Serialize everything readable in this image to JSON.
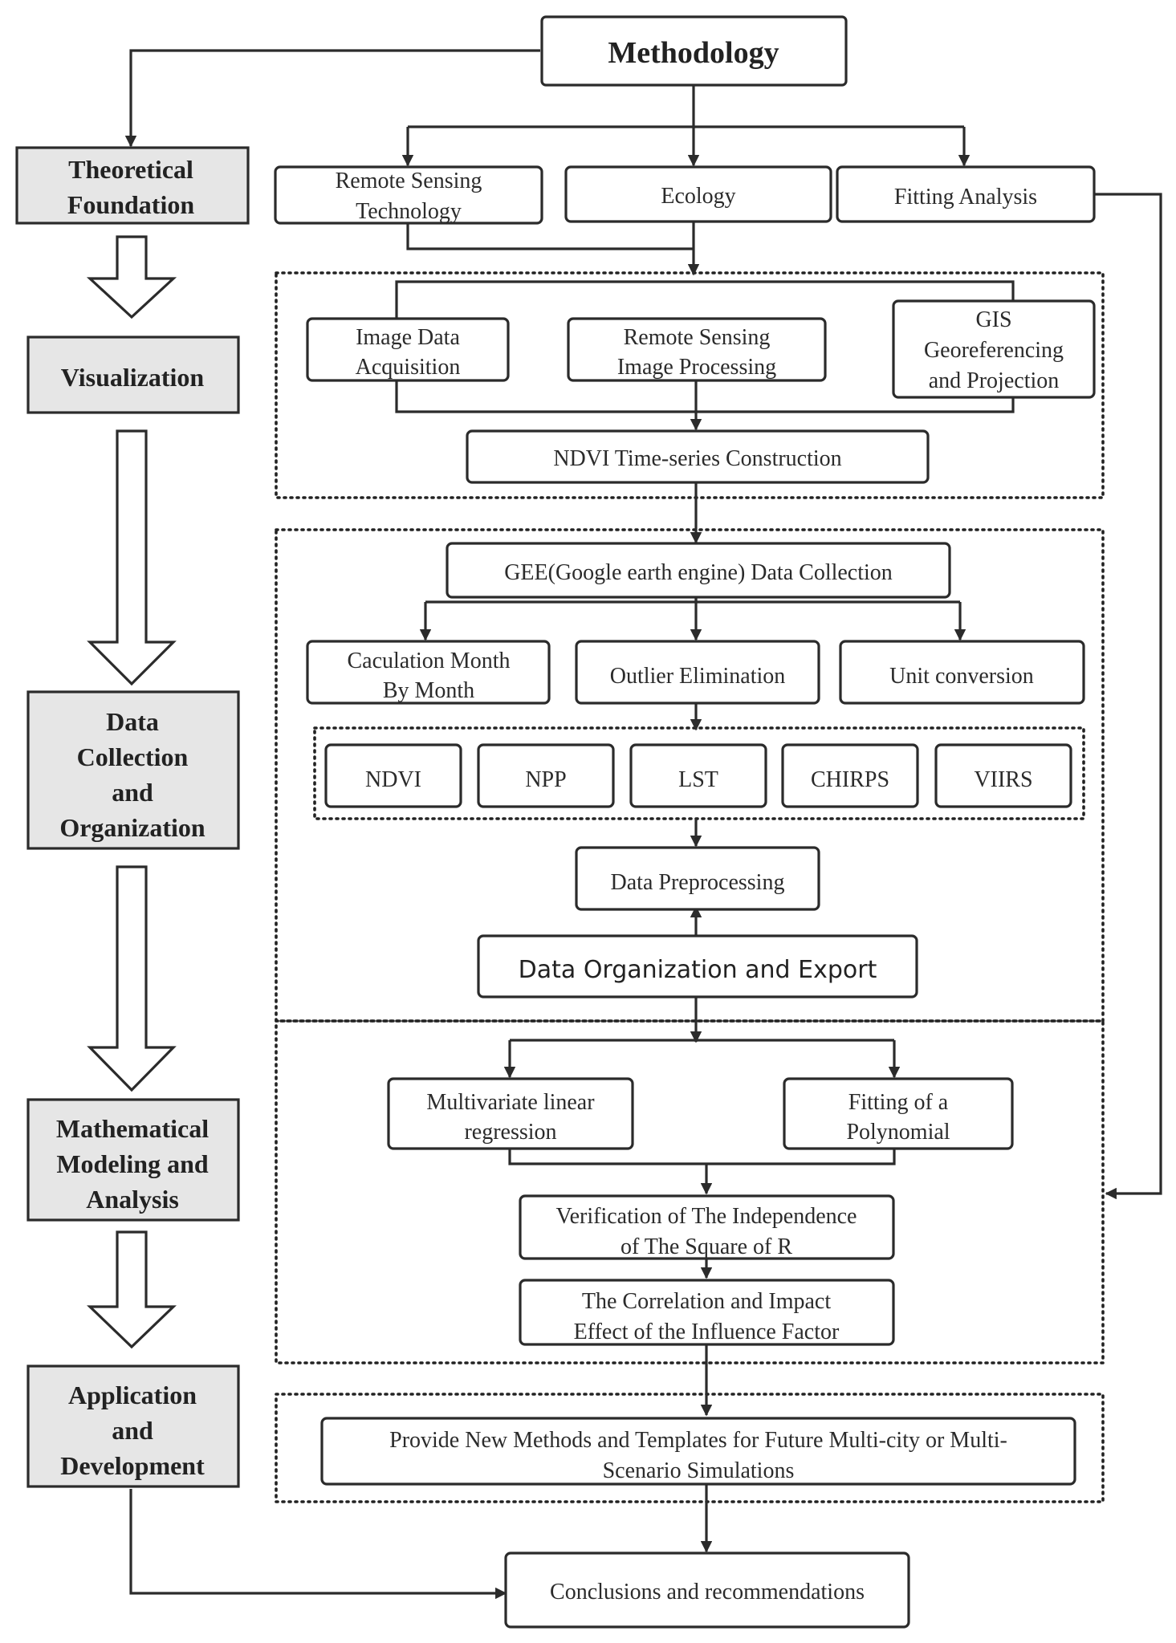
{
  "nodes": {
    "methodology": "Methodology",
    "theoretical_foundation": [
      "Theoretical",
      "Foundation"
    ],
    "visualization": "Visualization",
    "data_collection_organization": [
      "Data",
      "Collection",
      "and",
      "Organization"
    ],
    "mathematical_modeling": [
      "Mathematical",
      "Modeling and",
      "Analysis"
    ],
    "application_development": [
      "Application",
      "and",
      "Development"
    ],
    "remote_sensing_technology": [
      "Remote Sensing",
      "Technology"
    ],
    "ecology": "Ecology",
    "fitting_analysis": "Fitting Analysis",
    "image_data_acquisition": [
      "Image Data",
      "Acquisition"
    ],
    "remote_sensing_image_processing": [
      "Remote Sensing",
      "Image Processing"
    ],
    "gis_georeferencing": [
      "GIS",
      "Georeferencing",
      "and Projection"
    ],
    "ndvi_time_series": "NDVI Time-series Construction",
    "gee_data_collection": "GEE(Google earth engine) Data Collection",
    "calculation_month": [
      "Caculation Month",
      "By Month"
    ],
    "outlier_elimination": "Outlier Elimination",
    "unit_conversion": "Unit conversion",
    "ndvi": "NDVI",
    "npp": "NPP",
    "lst": "LST",
    "chirps": "CHIRPS",
    "viirs": "VIIRS",
    "data_preprocessing": "Data Preprocessing",
    "data_organization_export": "Data Organization and Export",
    "multivariate_regression": [
      "Multivariate linear",
      "regression"
    ],
    "fitting_polynomial": [
      "Fitting of a",
      "Polynomial"
    ],
    "verification_independence": [
      "Verification of The Independence",
      "of The Square of R"
    ],
    "correlation_impact": [
      "The Correlation and Impact",
      "Effect of the Influence Factor"
    ],
    "new_methods_templates": [
      "Provide New Methods and Templates for Future Multi-city or Multi-",
      "Scenario Simulations"
    ],
    "conclusions": "Conclusions and recommendations"
  }
}
